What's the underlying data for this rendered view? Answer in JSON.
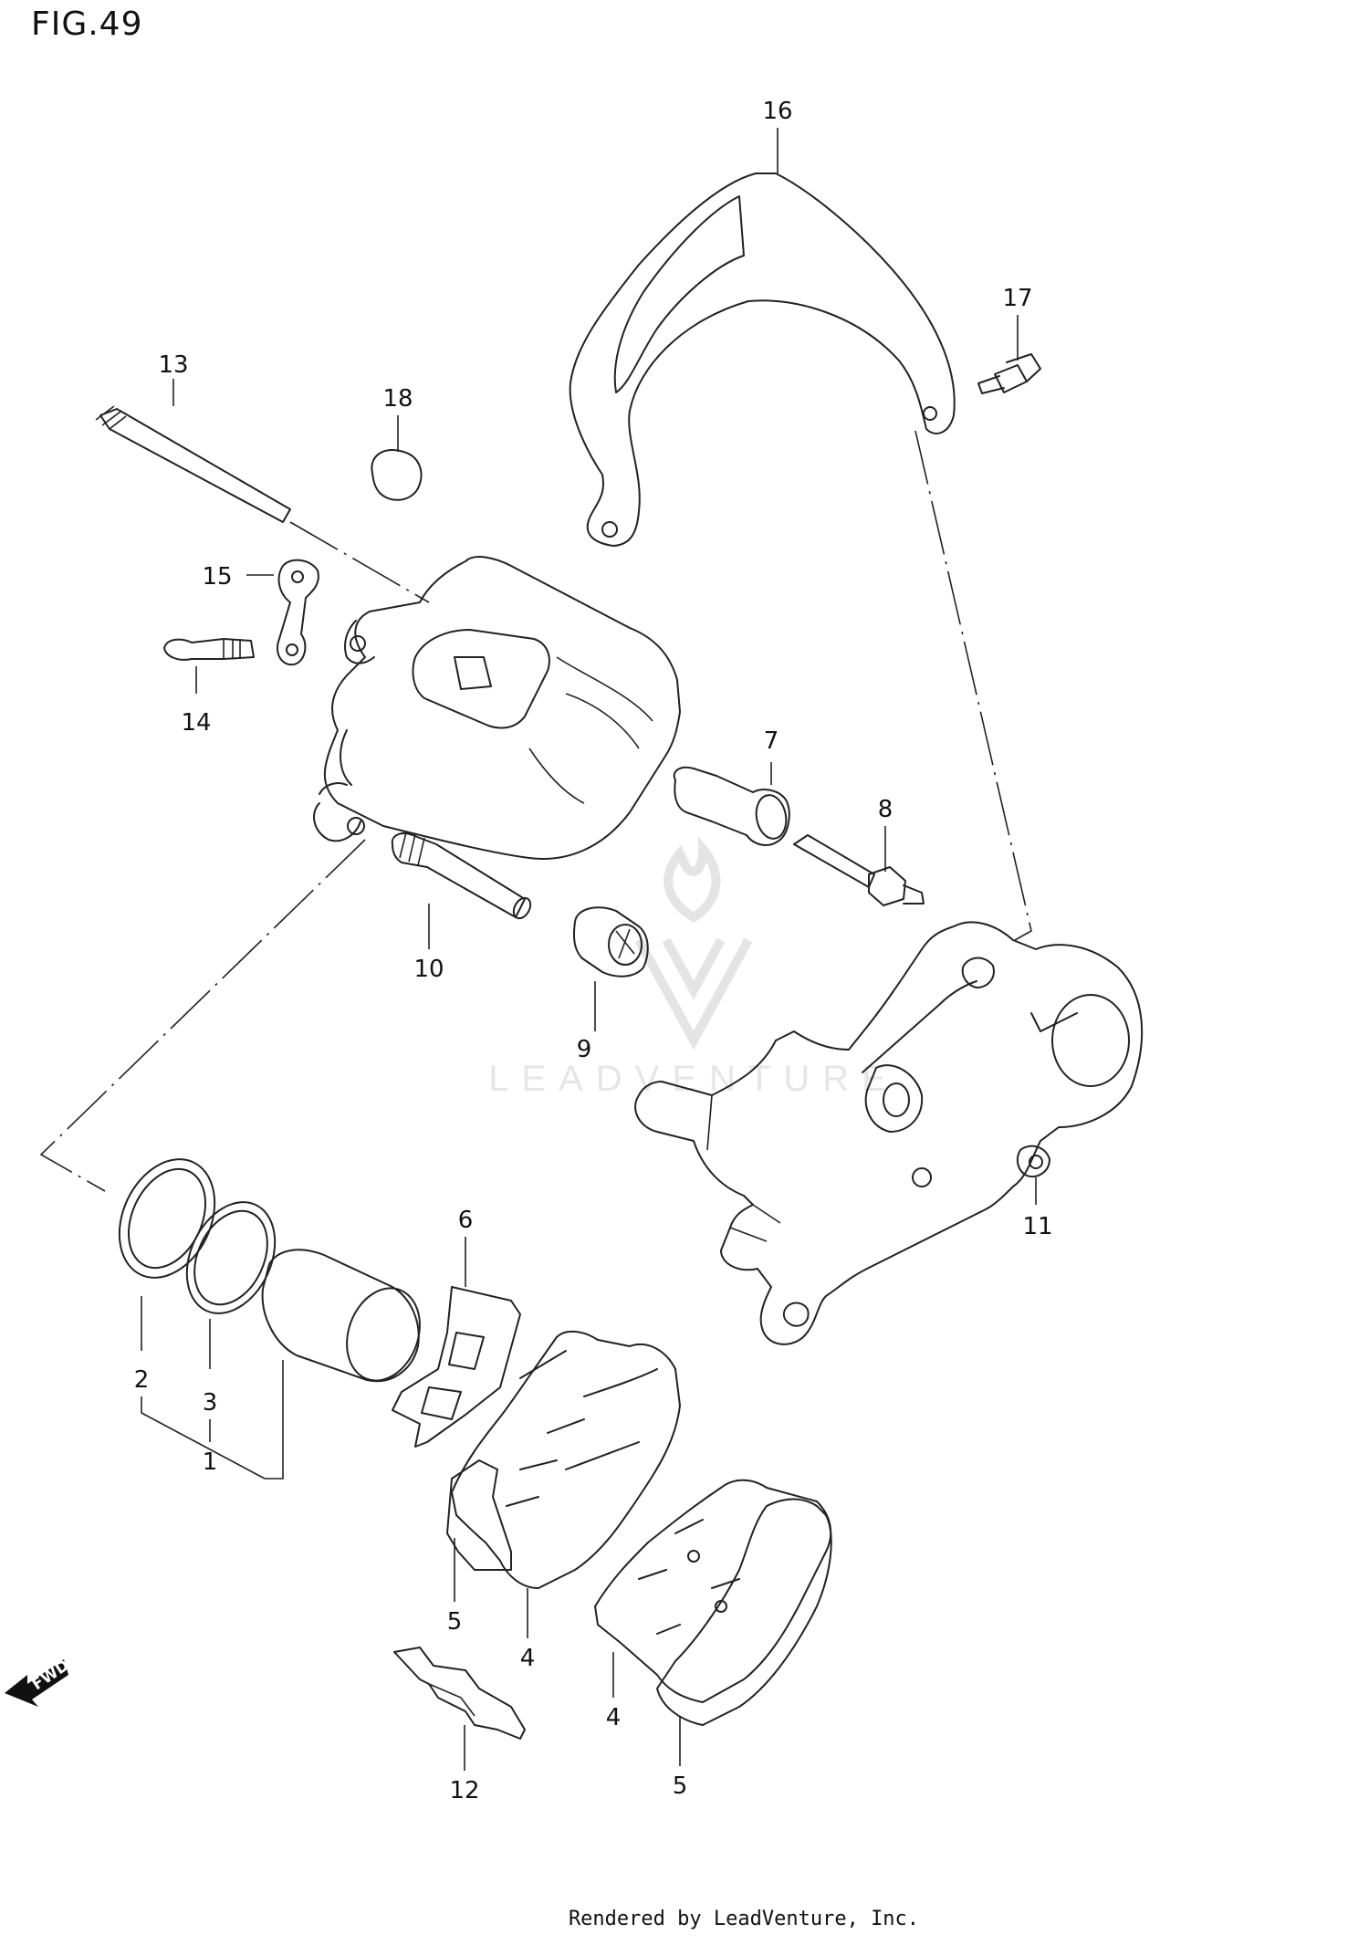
{
  "figure": {
    "title": "FIG.49",
    "footer": "Rendered by LeadVenture, Inc.",
    "watermark": "LEADVENTURE",
    "direction_arrow": "FWD"
  },
  "callouts": [
    {
      "id": "c1",
      "label": "1"
    },
    {
      "id": "c2",
      "label": "2"
    },
    {
      "id": "c3",
      "label": "3"
    },
    {
      "id": "c4a",
      "label": "4"
    },
    {
      "id": "c4b",
      "label": "4"
    },
    {
      "id": "c5a",
      "label": "5"
    },
    {
      "id": "c5b",
      "label": "5"
    },
    {
      "id": "c6",
      "label": "6"
    },
    {
      "id": "c7",
      "label": "7"
    },
    {
      "id": "c8",
      "label": "8"
    },
    {
      "id": "c9",
      "label": "9"
    },
    {
      "id": "c10",
      "label": "10"
    },
    {
      "id": "c11",
      "label": "11"
    },
    {
      "id": "c12",
      "label": "12"
    },
    {
      "id": "c13",
      "label": "13"
    },
    {
      "id": "c14",
      "label": "14"
    },
    {
      "id": "c15",
      "label": "15"
    },
    {
      "id": "c16",
      "label": "16"
    },
    {
      "id": "c17",
      "label": "17"
    },
    {
      "id": "c18",
      "label": "18"
    }
  ]
}
